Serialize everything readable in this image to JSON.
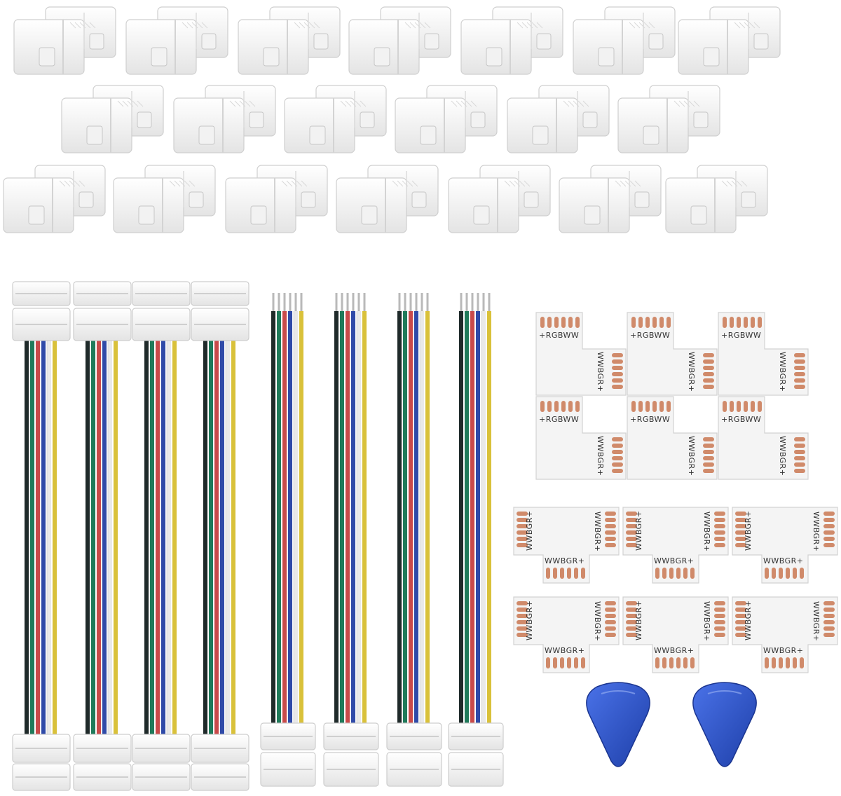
{
  "product": {
    "connector_count": 20,
    "jumper_cable_count": 4,
    "pigtail_cable_count": 4,
    "l_connector_count": 6,
    "t_connector_count": 6,
    "opener_tool_count": 2
  },
  "wire_colors": [
    "#1f2a2a",
    "#1f7a5a",
    "#c94a4a",
    "#2f4aa8",
    "#e9e9e9",
    "#d9c13a"
  ],
  "pcb": {
    "pad_color": "#d08a6a",
    "board_color": "#f4f4f4",
    "l_label_top": "+RGBWW",
    "l_label_side": "WWBGR+",
    "t_label_left": "WWBGR+",
    "t_label_right": "WWBGR+",
    "t_label_bottom": "WWBGR+"
  },
  "tool_color": "#2b52c8"
}
